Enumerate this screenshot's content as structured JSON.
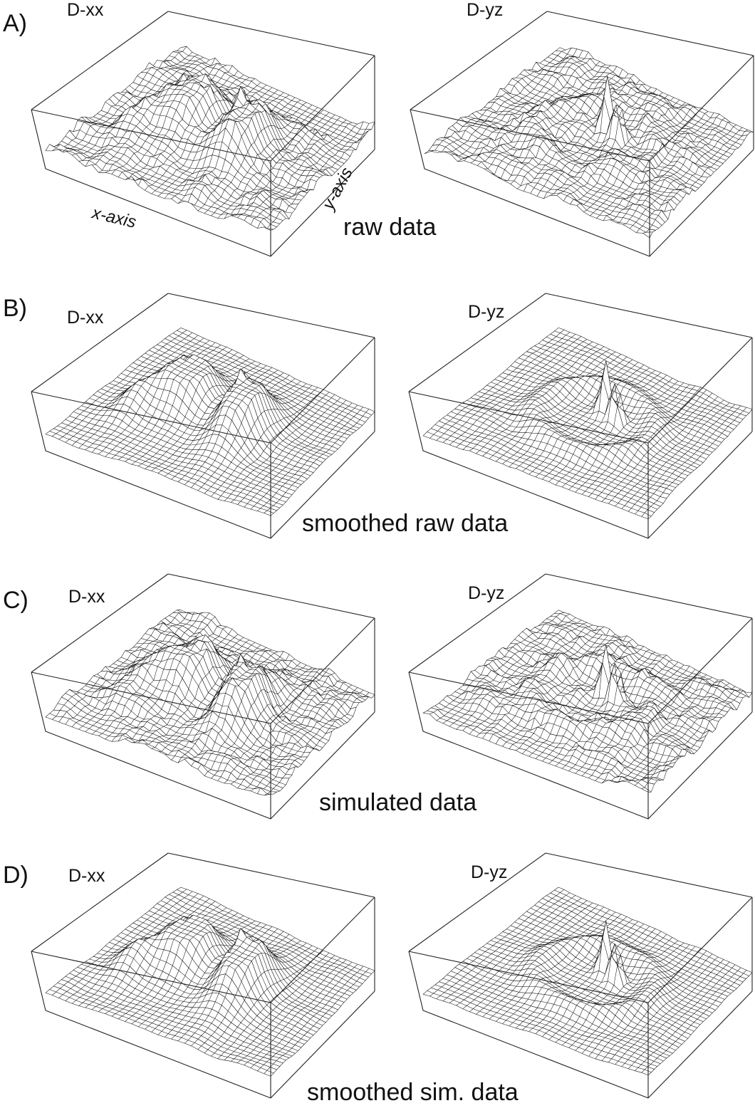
{
  "figure": {
    "rows": [
      {
        "label": "A)",
        "caption": "raw data",
        "panels": [
          {
            "title": "D-xx",
            "axis_labels": {
              "x": "x-axis",
              "y": "y-axis"
            }
          },
          {
            "title": "D-yz"
          }
        ]
      },
      {
        "label": "B)",
        "caption": "smoothed raw data",
        "panels": [
          {
            "title": "D-xx"
          },
          {
            "title": "D-yz"
          }
        ]
      },
      {
        "label": "C)",
        "caption": "simulated data",
        "panels": [
          {
            "title": "D-xx"
          },
          {
            "title": "D-yz"
          }
        ]
      },
      {
        "label": "D)",
        "caption": "smoothed sim. data",
        "panels": [
          {
            "title": "D-xx"
          },
          {
            "title": "D-yz"
          }
        ]
      }
    ]
  },
  "colors": {
    "line": "#111111",
    "surface": "#ffffff",
    "background": "#ffffff"
  }
}
